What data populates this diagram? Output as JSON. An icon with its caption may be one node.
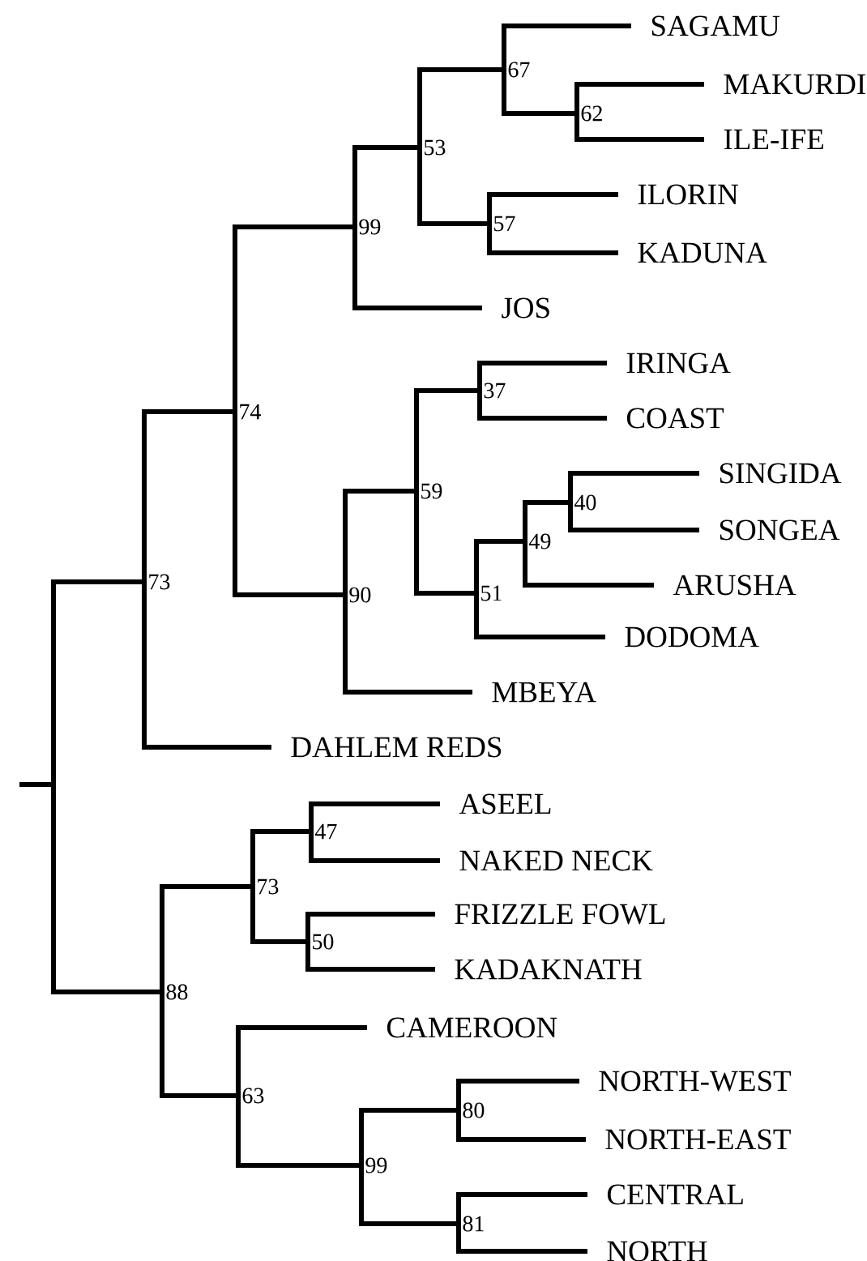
{
  "diagram": {
    "nodes": [
      {
        "text": [
          "73"
        ]
      },
      {
        "text": [
          "74"
        ]
      },
      {
        "text": [
          "99"
        ]
      },
      {
        "text": [
          "53"
        ]
      },
      {
        "text": [
          "67"
        ]
      },
      {
        "text": [
          "SAGAMU"
        ]
      },
      {
        "text": [
          "62"
        ]
      },
      {
        "text": [
          "MAKURDI"
        ]
      },
      {
        "text": [
          "ILE-IFE"
        ]
      },
      {
        "text": [
          "57"
        ]
      },
      {
        "text": [
          "ILORIN"
        ]
      },
      {
        "text": [
          "KADUNA"
        ]
      },
      {
        "text": [
          "JOS"
        ]
      },
      {
        "text": [
          "90"
        ]
      },
      {
        "text": [
          "59"
        ]
      },
      {
        "text": [
          "37"
        ]
      },
      {
        "text": [
          "IRINGA"
        ]
      },
      {
        "text": [
          "COAST"
        ]
      },
      {
        "text": [
          "51"
        ]
      },
      {
        "text": [
          "49"
        ]
      },
      {
        "text": [
          "40"
        ]
      },
      {
        "text": [
          "SINGIDA"
        ]
      },
      {
        "text": [
          "SONGEA"
        ]
      },
      {
        "text": [
          "ARUSHA"
        ]
      },
      {
        "text": [
          "DODOMA"
        ]
      },
      {
        "text": [
          "MBEYA"
        ]
      },
      {
        "text": [
          "DAHLEM REDS"
        ]
      },
      {
        "text": [
          "88"
        ]
      },
      {
        "text": [
          "73"
        ]
      },
      {
        "text": [
          "47"
        ]
      },
      {
        "text": [
          "ASEEL"
        ]
      },
      {
        "text": [
          "NAKED NECK"
        ]
      },
      {
        "text": [
          "50"
        ]
      },
      {
        "text": [
          "FRIZZLE  FOWL"
        ]
      },
      {
        "text": [
          "KADAKNATH"
        ]
      },
      {
        "text": [
          "63"
        ]
      },
      {
        "text": [
          "CAMEROON"
        ]
      },
      {
        "text": [
          "99"
        ]
      },
      {
        "text": [
          "80"
        ]
      },
      {
        "text": [
          "NORTH-WEST"
        ]
      },
      {
        "text": [
          "NORTH-EAST"
        ]
      },
      {
        "text": [
          "81"
        ]
      },
      {
        "text": [
          "CENTRAL"
        ]
      },
      {
        "text": [
          "NORTH"
        ]
      }
    ],
    "edges": [
      {
        "from": null,
        "to": 0,
        "arrow": "none"
      },
      {
        "from": 0,
        "to": 1,
        "arrow": "none"
      },
      {
        "from": 1,
        "to": 2,
        "arrow": "none"
      },
      {
        "from": 2,
        "to": 3,
        "arrow": "none"
      },
      {
        "from": 3,
        "to": 4,
        "arrow": "none"
      },
      {
        "from": 4,
        "to": 5,
        "arrow": "none"
      },
      {
        "from": 4,
        "to": 6,
        "arrow": "none"
      },
      {
        "from": 6,
        "to": 7,
        "arrow": "none"
      },
      {
        "from": 6,
        "to": 8,
        "arrow": "none"
      },
      {
        "from": 3,
        "to": 9,
        "arrow": "none"
      },
      {
        "from": 9,
        "to": 10,
        "arrow": "none"
      },
      {
        "from": 9,
        "to": 11,
        "arrow": "none"
      },
      {
        "from": 2,
        "to": 12,
        "arrow": "none"
      },
      {
        "from": 1,
        "to": 13,
        "arrow": "none"
      },
      {
        "from": 13,
        "to": 14,
        "arrow": "none"
      },
      {
        "from": 14,
        "to": 15,
        "arrow": "none"
      },
      {
        "from": 15,
        "to": 16,
        "arrow": "none"
      },
      {
        "from": 15,
        "to": 17,
        "arrow": "none"
      },
      {
        "from": 14,
        "to": 18,
        "arrow": "none"
      },
      {
        "from": 18,
        "to": 19,
        "arrow": "none"
      },
      {
        "from": 19,
        "to": 20,
        "arrow": "none"
      },
      {
        "from": 20,
        "to": 21,
        "arrow": "none"
      },
      {
        "from": 20,
        "to": 22,
        "arrow": "none"
      },
      {
        "from": 19,
        "to": 23,
        "arrow": "none"
      },
      {
        "from": 18,
        "to": 24,
        "arrow": "none"
      },
      {
        "from": 13,
        "to": 25,
        "arrow": "none"
      },
      {
        "from": 0,
        "to": 26,
        "arrow": "none"
      },
      {
        "from": null,
        "to": 27,
        "arrow": "none"
      },
      {
        "from": 27,
        "to": 28,
        "arrow": "none"
      },
      {
        "from": 28,
        "to": 29,
        "arrow": "none"
      },
      {
        "from": 29,
        "to": 30,
        "arrow": "none"
      },
      {
        "from": 29,
        "to": 31,
        "arrow": "none"
      },
      {
        "from": 28,
        "to": 32,
        "arrow": "none"
      },
      {
        "from": 32,
        "to": 33,
        "arrow": "none"
      },
      {
        "from": 32,
        "to": 34,
        "arrow": "none"
      },
      {
        "from": 27,
        "to": 35,
        "arrow": "none"
      },
      {
        "from": 35,
        "to": 36,
        "arrow": "none"
      },
      {
        "from": 35,
        "to": 37,
        "arrow": "none"
      },
      {
        "from": 37,
        "to": 38,
        "arrow": "none"
      },
      {
        "from": 38,
        "to": 39,
        "arrow": "none"
      },
      {
        "from": 38,
        "to": 40,
        "arrow": "none"
      },
      {
        "from": 37,
        "to": 41,
        "arrow": "none"
      },
      {
        "from": 41,
        "to": 42,
        "arrow": "none"
      },
      {
        "from": 41,
        "to": 43,
        "arrow": "none"
      }
    ]
  }
}
